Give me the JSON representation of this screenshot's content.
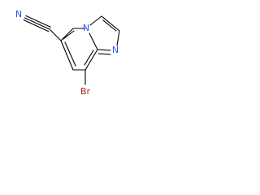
{
  "molecule": {
    "atoms": {
      "nitrile_n": {
        "label": "N",
        "color": "#3050F8"
      },
      "ring_n": {
        "label": "N",
        "color": "#3050F8"
      },
      "imidazole_n": {
        "label": "N",
        "color": "#3050F8"
      },
      "bromine": {
        "label": "Br",
        "color": "#A62929"
      }
    }
  }
}
